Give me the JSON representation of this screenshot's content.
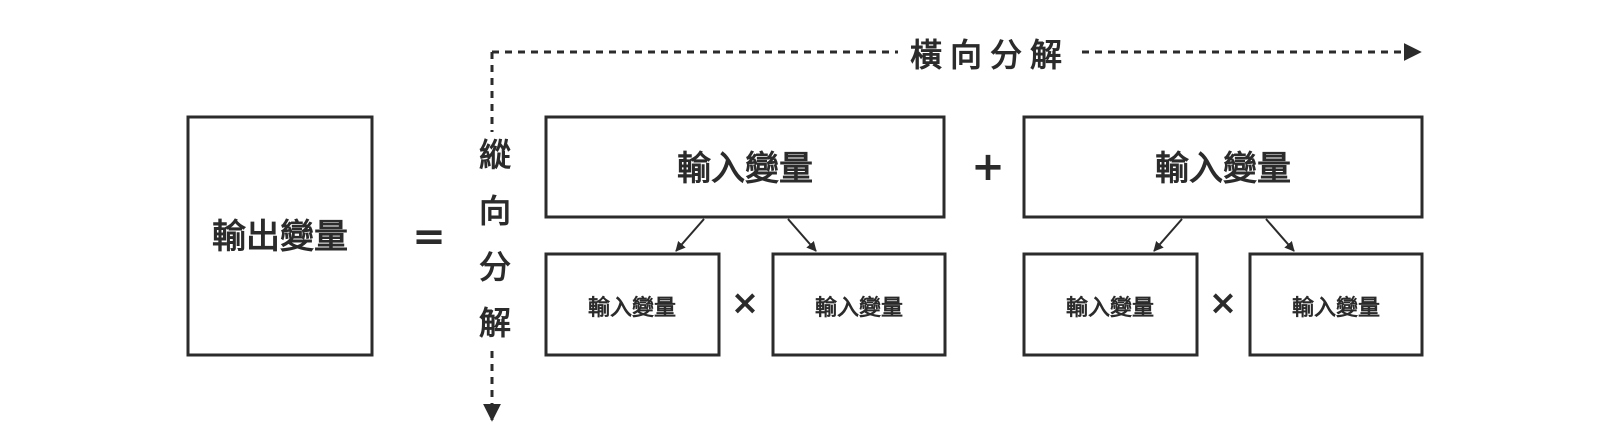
{
  "diagram": {
    "output_box": {
      "label": "輸出變量"
    },
    "equals": "=",
    "horizontal_axis": {
      "label": "橫向分解"
    },
    "vertical_axis": {
      "chars": [
        "縱",
        "向",
        "分",
        "解"
      ]
    },
    "groups": [
      {
        "top": "輸入變量",
        "left": "輸入變量",
        "operator": "×",
        "right": "輸入變量"
      },
      {
        "top": "輸入變量",
        "left": "輸入變量",
        "operator": "×",
        "right": "輸入變量"
      }
    ],
    "plus": "+"
  },
  "colors": {
    "stroke": "#2b2b2b",
    "background": "#ffffff"
  }
}
